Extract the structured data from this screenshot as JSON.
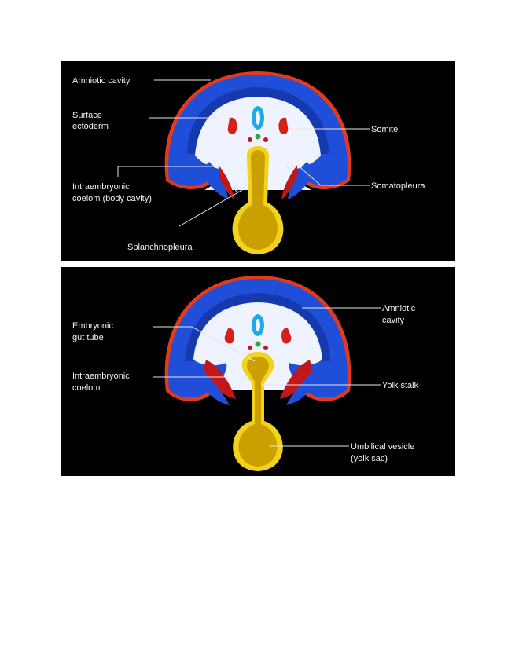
{
  "colors": {
    "background": "#000000",
    "amnion_blue": "#1f4fd8",
    "amnion_dark_blue": "#0c2a90",
    "ectoderm_rim": "#e23a1a",
    "embryo_white": "#eef3ff",
    "neural_tube": "#1fa9e8",
    "somite_red": "#d8201a",
    "notochord_green": "#2aa84a",
    "yolk": "#c9a000",
    "yolk_rim": "#f2d21a",
    "label_text": "#f2f2f2"
  },
  "top_panel": {
    "labels": {
      "amniotic_cavity": "Amniotic cavity",
      "surface_line1": "Surface",
      "surface_line2": "ectoderm",
      "somite": "Somite",
      "coelom_line1": "Intraembryonic",
      "coelom_line2": "coelom (body cavity)",
      "somatopleura": "Somatopleura",
      "splanchnopleura": "Splanchnopleura"
    }
  },
  "bottom_panel": {
    "labels": {
      "gut_line1": "Embryonic",
      "gut_line2": "gut tube",
      "amniotic_line1": "Amniotic",
      "amniotic_line2": "cavity",
      "coelom_line1": "Intraembryonic",
      "coelom_line2": "coelom",
      "yolk_stalk": "Yolk stalk",
      "vesicle_line1": "Umbilical vesicle",
      "vesicle_line2": "(yolk sac)"
    }
  }
}
